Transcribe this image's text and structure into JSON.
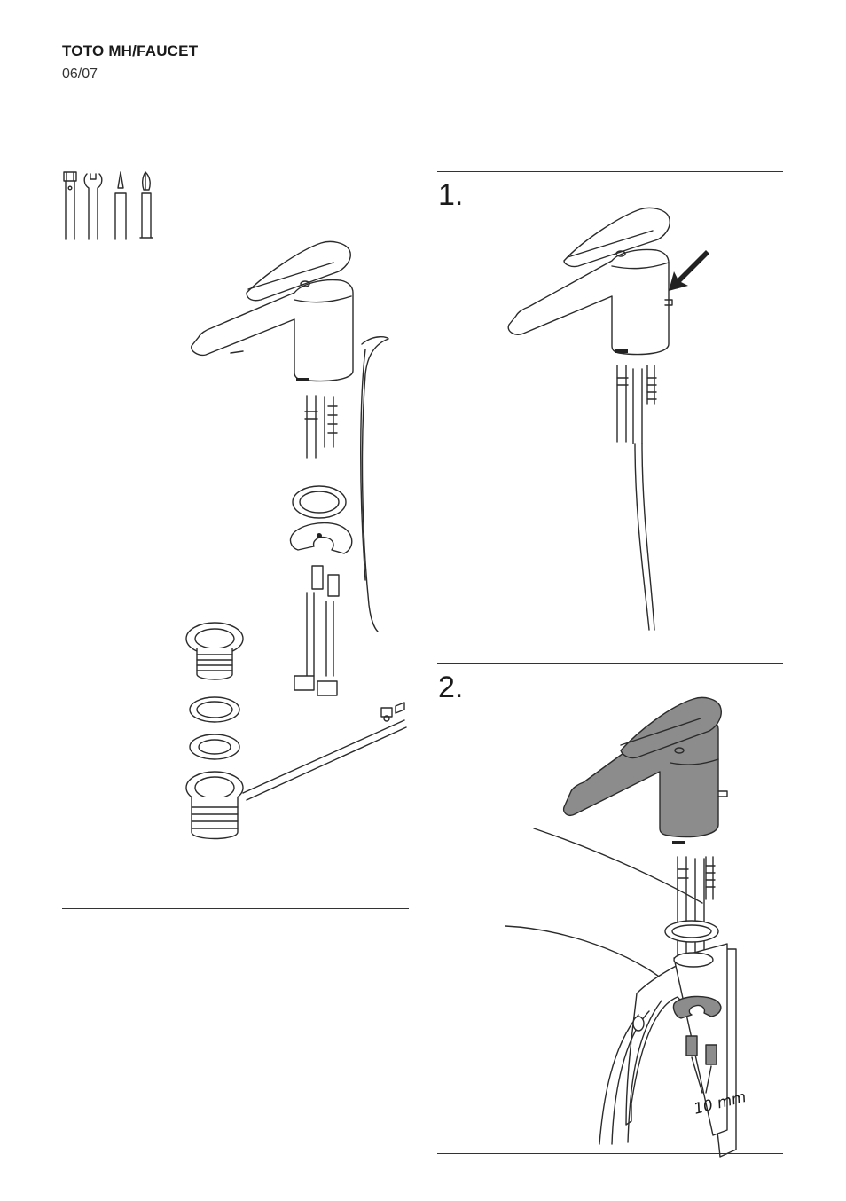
{
  "header": {
    "title": "TOTO MH/FAUCET",
    "date": "06/07"
  },
  "tools": {
    "icons": [
      "socket-wrench-icon",
      "open-wrench-icon",
      "flat-screwdriver-icon",
      "phillips-screwdriver-icon"
    ]
  },
  "steps": [
    {
      "number": "1."
    },
    {
      "number": "2.",
      "dimension_label": "10 mm"
    }
  ],
  "colors": {
    "line": "#2b2b2b",
    "shade": "#8c8c8c"
  }
}
